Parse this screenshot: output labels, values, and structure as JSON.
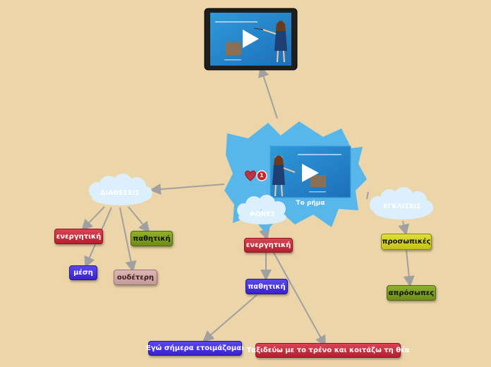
{
  "colors": {
    "background": "#ecd5a9",
    "star_burst": "#57b6ea",
    "cloud": "#dceffc",
    "connector": "#a0a0a0"
  },
  "center": {
    "title": "Το ρήμα",
    "like_count": "1",
    "icons": [
      "heart-icon",
      "play-icon"
    ]
  },
  "top_video": {
    "icons": [
      "play-icon"
    ]
  },
  "branches": {
    "diatheseis": {
      "label": "ΔΙΑΘΕΣΕΙΣ",
      "children": [
        "ενεργητική",
        "μέση",
        "ουδέτερη",
        "παθητική"
      ]
    },
    "fones": {
      "label": "ΦΩΝΕΣ",
      "children": [
        "ενεργητική",
        "παθητική"
      ],
      "examples": [
        "Εγώ σήμερα ετοιμάζομαι",
        "Ταξιδεύω με το τρένο και κοιτάζω τη θέα"
      ]
    },
    "egkliseis": {
      "label": "ΕΓΚΛΙΣΕΙΣ",
      "children": [
        "προσωπικές",
        "απρόσωπες"
      ]
    }
  }
}
